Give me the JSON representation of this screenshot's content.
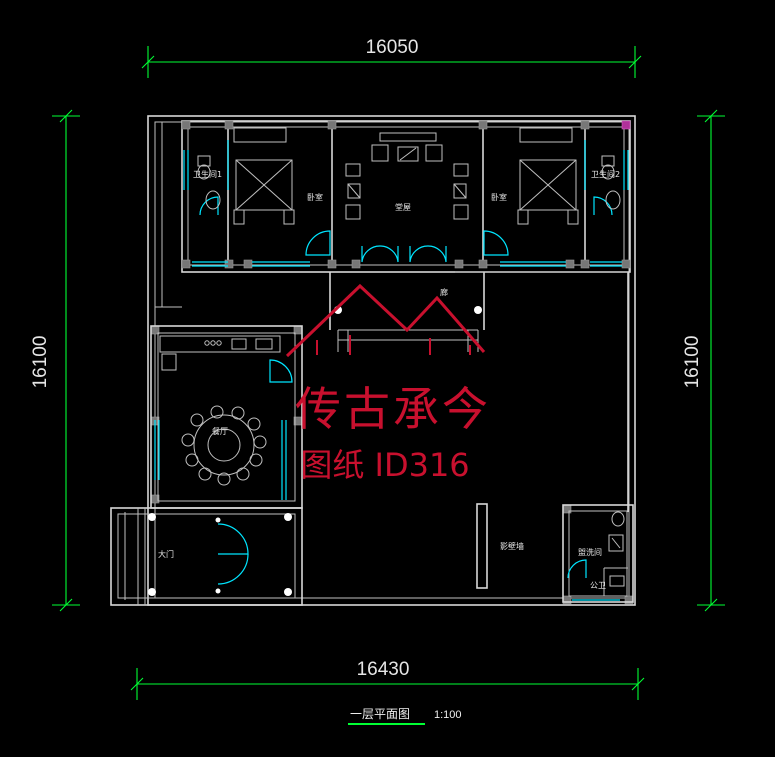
{
  "dimensions": {
    "top": "16050",
    "bottom": "16430",
    "left": "16100",
    "right": "16100"
  },
  "rooms": {
    "bath_left": "卫生间1",
    "bedroom_left": "卧室",
    "hall": "堂屋",
    "bedroom_right": "卧室",
    "bath_right": "卫生间2",
    "corridor": "廊",
    "dining": "餐厅",
    "gate": "大门",
    "screen_wall": "影壁墙",
    "wash_room": "盥洗间",
    "public_wc": "公卫"
  },
  "watermark": {
    "brand": "传古承今",
    "id_text": "图纸 ID316"
  },
  "drawing_title": "一层平面图",
  "scale": "1:100",
  "colors": {
    "dimension": "#00ff33",
    "wall": "#d8d8d8",
    "door_window": "#00e5ff",
    "watermark": "#c8102e",
    "background": "#000000"
  }
}
